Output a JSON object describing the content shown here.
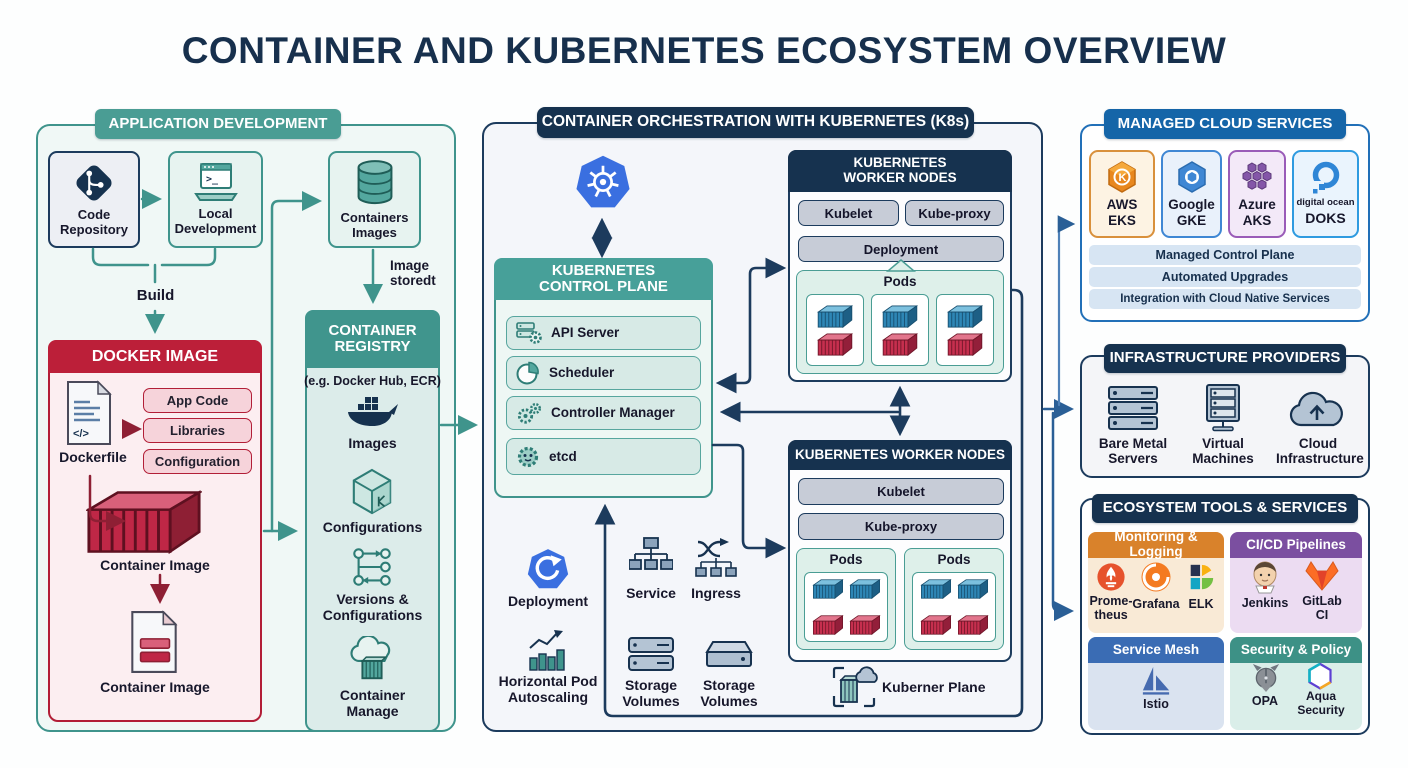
{
  "title": "CONTAINER AND KUBERNETES ECOSYSTEM OVERVIEW",
  "app_dev": {
    "header": "APPLICATION DEVELOPMENT",
    "code_repo": "Code\nRepository",
    "local_dev": "Local\nDevelopment",
    "containers_images": "Containers\nImages",
    "build": "Build",
    "image_stored": "Image\nstoredt"
  },
  "docker": {
    "header": "DOCKER IMAGE",
    "dockerfile": "Dockerfile",
    "pills": [
      "App Code",
      "Libraries",
      "Configuration"
    ],
    "container_image": "Container Image",
    "container_image_2": "Container Image"
  },
  "registry": {
    "header": "CONTAINER\nREGISTRY",
    "subtitle": "(e.g. Docker Hub, ECR)",
    "items": [
      "Images",
      "Configurations",
      "Versions &\nConfigurations",
      "Container\nManage"
    ]
  },
  "k8s": {
    "header": "CONTAINER ORCHESTRATION WITH KUBERNETES (K8s)",
    "control_plane": {
      "header": "KUBERNETES\nCONTROL PLANE",
      "rows": [
        "API Server",
        "Scheduler",
        "Controller Manager",
        "etcd"
      ]
    },
    "worker1": {
      "header": "KUBERNETES\nWORKER NODES",
      "kubelet": "Kubelet",
      "kube_proxy": "Kube-proxy",
      "deployment": "Deployment",
      "pods": "Pods"
    },
    "worker2": {
      "header": "KUBERNETES WORKER NODES",
      "kubelet": "Kubelet",
      "kube_proxy": "Kube-proxy",
      "pods_a": "Pods",
      "pods_b": "Pods"
    },
    "deployment": "Deployment",
    "service": "Service",
    "ingress": "Ingress",
    "hpa": "Horizontal Pod\nAutoscaling",
    "storage_a": "Storage\nVolumes",
    "storage_b": "Storage\nVolumes",
    "kuberner_plane": "Kuberner Plane"
  },
  "cloud": {
    "header": "MANAGED CLOUD SERVICES",
    "providers": [
      {
        "name": "AWS\nEKS"
      },
      {
        "name": "Google\nGKE"
      },
      {
        "name": "Azure\nAKS"
      },
      {
        "brand": "digital ocean",
        "name": "DOKS"
      }
    ],
    "features": [
      "Managed Control Plane",
      "Automated Upgrades",
      "Integration with Cloud Native Services"
    ]
  },
  "infra": {
    "header": "INFRASTRUCTURE PROVIDERS",
    "items": [
      "Bare Metal\nServers",
      "Virtual\nMachines",
      "Cloud\nInfrastructure"
    ]
  },
  "eco": {
    "header": "ECOSYSTEM TOOLS & SERVICES",
    "monitoring": {
      "header": "Monitoring & Logging",
      "tools": [
        "Prome-\ntheus",
        "Grafana",
        "ELK"
      ]
    },
    "cicd": {
      "header": "CI/CD Pipelines",
      "tools": [
        "Jenkins",
        "GitLab\nCI"
      ]
    },
    "mesh": {
      "header": "Service Mesh",
      "tools": [
        "Istio"
      ]
    },
    "security": {
      "header": "Security & Policy",
      "tools": [
        "OPA",
        "Aqua\nSecurity"
      ]
    }
  },
  "icons": {
    "dockerfile_glyph": "</>",
    "terminal_glyph": ">_",
    "eks_glyph": "K",
    "names": [
      "git-icon",
      "laptop-terminal-icon",
      "database-icon",
      "dockerfile-icon",
      "container-3d-icon",
      "container-doc-icon",
      "docker-whale-icon",
      "cube-icon",
      "versions-icon",
      "cloud-container-icon",
      "kubernetes-logo",
      "api-server-icon",
      "scheduler-icon",
      "controller-manager-icon",
      "etcd-icon",
      "deployment-icon",
      "service-icon",
      "ingress-icon",
      "hpa-icon",
      "storage-stack-icon",
      "storage-single-icon",
      "kuberner-plane-icon",
      "aws-eks-icon",
      "google-gke-icon",
      "azure-aks-icon",
      "digitalocean-doks-icon",
      "bare-metal-icon",
      "virtual-machines-icon",
      "cloud-infrastructure-icon",
      "prometheus-icon",
      "grafana-icon",
      "elk-icon",
      "jenkins-icon",
      "gitlab-icon",
      "istio-icon",
      "opa-icon",
      "aqua-icon"
    ]
  },
  "colors": {
    "teal": "#3f948c",
    "teal_header": "#47a099",
    "navy": "#16324f",
    "navy_border": "#1c3b5d",
    "crimson": "#bc1f39",
    "k8s_blue": "#3a6fe0",
    "cloud_blue": "#1565a8",
    "monitor_orange": "#d9822b",
    "cicd_purple": "#7b4fa0",
    "mesh_blue": "#3a6cb4",
    "security_teal": "#3d9186",
    "pod_blue": "#2e86b5",
    "pod_red": "#c62f4e"
  }
}
